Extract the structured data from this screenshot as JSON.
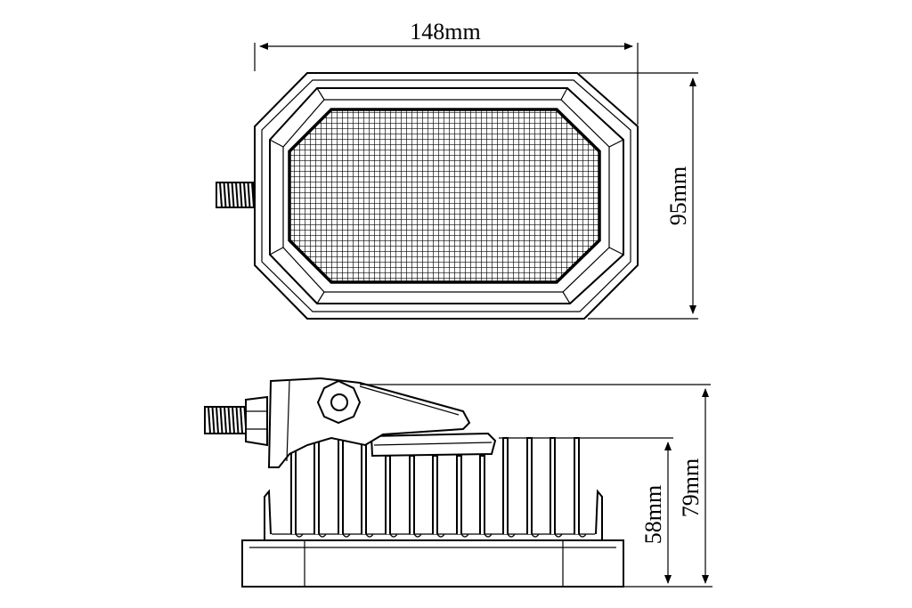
{
  "dimensions": {
    "width": "148mm",
    "height": "95mm",
    "depth_body": "58mm",
    "depth_total": "79mm"
  }
}
